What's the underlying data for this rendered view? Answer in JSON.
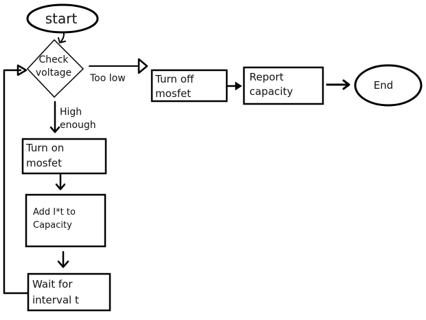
{
  "nodes": {
    "start": "start",
    "check_voltage": [
      "Check",
      "voltage"
    ],
    "turn_off_mosfet": [
      "Turn off",
      "mosfet"
    ],
    "report_capacity": [
      "Report",
      "capacity"
    ],
    "end": "End",
    "turn_on_mosfet": [
      "Turn on",
      "mosfet"
    ],
    "add_it": [
      "Add I*t to",
      "Capacity"
    ],
    "wait": [
      "Wait for",
      "interval t"
    ]
  },
  "edges": {
    "too_low": "Too low",
    "high_enough": [
      "High",
      "enough"
    ]
  }
}
